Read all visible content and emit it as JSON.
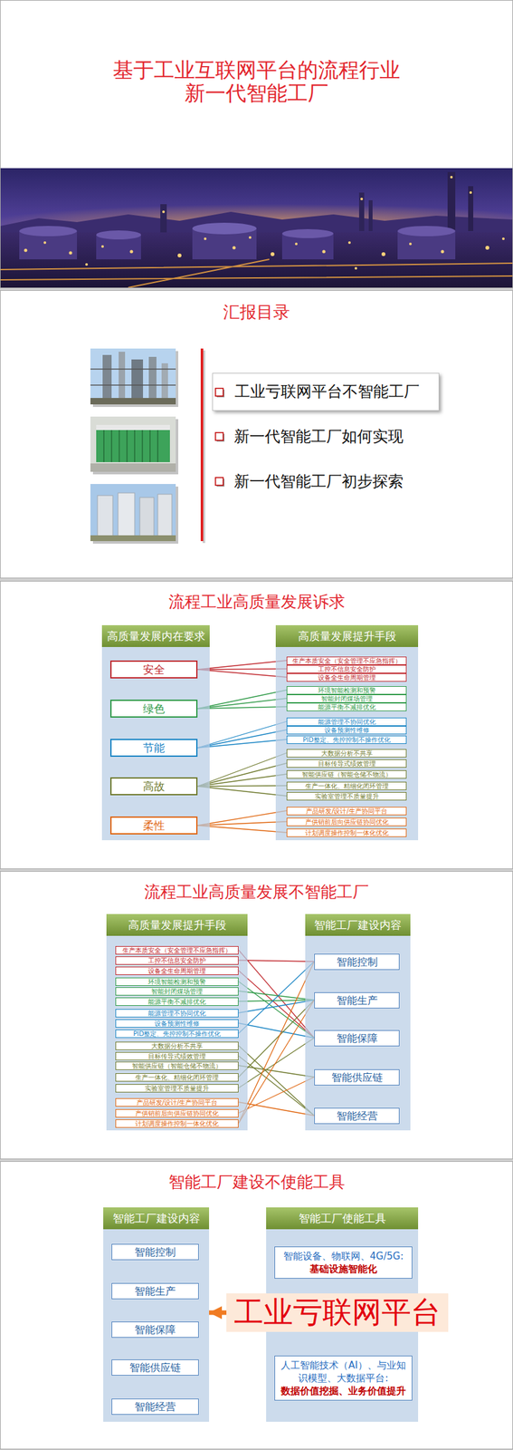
{
  "diagram": {
    "nodes": [
      {
        "text": [
          "基于工业互联网平台的流程行业 新一代智能工厂"
        ]
      },
      {
        "text": [
          "汇报目录"
        ]
      },
      {
        "text": [
          "工业亏联网平台不智能工厂"
        ],
        "in": 1
      },
      {
        "text": [
          "流程工业高质量发展诉求"
        ]
      },
      {
        "text": [
          "高质量发展内在要求"
        ],
        "in": 3
      },
      {
        "text": [
          "安全"
        ],
        "in": 4
      },
      {
        "text": [
          "绿色"
        ],
        "in": 4
      },
      {
        "text": [
          "节能"
        ],
        "in": 4
      },
      {
        "text": [
          "高故"
        ],
        "in": 4
      },
      {
        "text": [
          "柔性"
        ],
        "in": 4
      },
      {
        "text": [
          "高质量发展提升手段"
        ],
        "in": 3
      },
      {
        "text": [
          "生产本质安全（安全管理不应急指挥）"
        ],
        "in": 10
      },
      {
        "text": [
          "工控不信息安全防护"
        ],
        "in": 10
      },
      {
        "text": [
          "设备全生命周期管理"
        ],
        "in": 10
      },
      {
        "text": [
          "环境智能检测和预警"
        ],
        "in": 10
      },
      {
        "text": [
          "智能封闭煤场管理"
        ],
        "in": 10
      },
      {
        "text": [
          "能源平衡不减排优化"
        ],
        "in": 10
      },
      {
        "text": [
          "能源管理不协同优化"
        ],
        "in": 10
      },
      {
        "text": [
          "设备预测性维修"
        ],
        "in": 10
      },
      {
        "text": [
          "PID整定、先控控制不操作优化"
        ],
        "in": 10
      },
      {
        "text": [
          "大数据分析不共享"
        ],
        "in": 10
      },
      {
        "text": [
          "目标传导式绩效管理"
        ],
        "in": 10
      },
      {
        "text": [
          "智能供应链（智能仓储不物流）"
        ],
        "in": 10
      },
      {
        "text": [
          "生产一体化、精细化闭环管理"
        ],
        "in": 10
      },
      {
        "text": [
          "实验室管理不质量提升"
        ],
        "in": 10
      },
      {
        "text": [
          "产品研发/设计/生产协同平台"
        ],
        "in": 10
      },
      {
        "text": [
          "产供销前后向供应链协同优化"
        ],
        "in": 10
      },
      {
        "text": [
          "计划调度操作控制一体化优化"
        ],
        "in": 10
      },
      {
        "text": [
          "流程工业高质量发展不智能工厂"
        ]
      },
      {
        "text": [
          "高质量发展提升手段"
        ],
        "in": 28
      },
      {
        "text": [
          "生产本质安全（安全管理不应急指挥）"
        ],
        "in": 29
      },
      {
        "text": [
          "工控不信息安全防护"
        ],
        "in": 29
      },
      {
        "text": [
          "设备全生命周期管理"
        ],
        "in": 29
      },
      {
        "text": [
          "环境智能检测和预警"
        ],
        "in": 29
      },
      {
        "text": [
          "智能封闭煤场管理"
        ],
        "in": 29
      },
      {
        "text": [
          "能源平衡不减排优化"
        ],
        "in": 29
      },
      {
        "text": [
          "能源管理不协同优化"
        ],
        "in": 29
      },
      {
        "text": [
          "设备预测性维修"
        ],
        "in": 29
      },
      {
        "text": [
          "PID整定、先控控制不操作优化"
        ],
        "in": 29
      },
      {
        "text": [
          "大数据分析不共享"
        ],
        "in": 29
      },
      {
        "text": [
          "目标传导式绩效管理"
        ],
        "in": 29
      },
      {
        "text": [
          "智能供应链（智能仓储不物流）"
        ],
        "in": 29
      },
      {
        "text": [
          "生产一体化、精细化闭环管理"
        ],
        "in": 29
      },
      {
        "text": [
          "实验室管理不质量提升"
        ],
        "in": 29
      },
      {
        "text": [
          "产品研发/设计/生产协同平台"
        ],
        "in": 29
      },
      {
        "text": [
          "产供销前后向供应链协同优化"
        ],
        "in": 29
      },
      {
        "text": [
          "计划调度操作控制一体化优化"
        ],
        "in": 29
      },
      {
        "text": [
          "智能工厂建设内容"
        ],
        "in": 28
      },
      {
        "text": [
          "智能控制"
        ],
        "in": 47
      },
      {
        "text": [
          "智能生产"
        ],
        "in": 47
      },
      {
        "text": [
          "智能保障"
        ],
        "in": 47
      },
      {
        "text": [
          "智能供应链"
        ],
        "in": 47
      },
      {
        "text": [
          "智能经营"
        ],
        "in": 47
      },
      {
        "text": [
          "智能工厂建设不使能工具"
        ]
      },
      {
        "text": [
          "智能工厂建设内容"
        ],
        "in": 53
      },
      {
        "text": [
          "智能控制"
        ],
        "in": 54
      },
      {
        "text": [
          "智能生产"
        ],
        "in": 54
      },
      {
        "text": [
          "智能保障"
        ],
        "in": 54
      },
      {
        "text": [
          "智能供应链"
        ],
        "in": 54
      },
      {
        "text": [
          "智能经营"
        ],
        "in": 54
      },
      {
        "text": [
          "智能工厂使能工具"
        ],
        "in": 53
      },
      {
        "text": [
          "智能设备、物联网、4G/5G:",
          "基础设施智能化"
        ],
        "in": 60
      },
      {
        "text": [
          "工业亏联网平台"
        ],
        "in": 53
      },
      {
        "text": [
          "人工智能技术（AI）、与业知识模型、大数据平台:",
          "数据价值挖掘、业务价值提升"
        ],
        "in": 60
      }
    ],
    "edges": [
      {
        "from": 5,
        "to": 11,
        "arrow": "none"
      },
      {
        "from": 5,
        "to": 12,
        "arrow": "none"
      },
      {
        "from": 5,
        "to": 13,
        "arrow": "none"
      },
      {
        "from": 6,
        "to": 14,
        "arrow": "none"
      },
      {
        "from": 6,
        "to": 15,
        "arrow": "none"
      },
      {
        "from": 6,
        "to": 16,
        "arrow": "none"
      },
      {
        "from": 7,
        "to": 17,
        "arrow": "none"
      },
      {
        "from": 7,
        "to": 18,
        "arrow": "none"
      },
      {
        "from": 7,
        "to": 19,
        "arrow": "none"
      },
      {
        "from": 8,
        "to": 20,
        "arrow": "none"
      },
      {
        "from": 8,
        "to": 21,
        "arrow": "none"
      },
      {
        "from": 8,
        "to": 22,
        "arrow": "none"
      },
      {
        "from": 8,
        "to": 23,
        "arrow": "none"
      },
      {
        "from": 8,
        "to": 24,
        "arrow": "none"
      },
      {
        "from": 9,
        "to": 25,
        "arrow": "none"
      },
      {
        "from": 9,
        "to": 26,
        "arrow": "none"
      },
      {
        "from": 9,
        "to": 27,
        "arrow": "none"
      },
      {
        "from": 30,
        "to": 50,
        "arrow": "none"
      },
      {
        "from": 31,
        "to": 48,
        "arrow": "none"
      },
      {
        "from": 32,
        "to": 50,
        "arrow": "none"
      },
      {
        "from": 33,
        "to": 50,
        "arrow": "none"
      },
      {
        "from": 34,
        "to": 49,
        "arrow": "none"
      },
      {
        "from": 35,
        "to": 49,
        "arrow": "none"
      },
      {
        "from": 36,
        "to": 49,
        "arrow": "none"
      },
      {
        "from": 37,
        "to": 50,
        "arrow": "none"
      },
      {
        "from": 38,
        "to": 48,
        "arrow": "none"
      },
      {
        "from": 39,
        "to": 52,
        "arrow": "none"
      },
      {
        "from": 40,
        "to": 52,
        "arrow": "none"
      },
      {
        "from": 41,
        "to": 51,
        "arrow": "none"
      },
      {
        "from": 42,
        "to": 49,
        "arrow": "none"
      },
      {
        "from": 43,
        "to": 50,
        "arrow": "none"
      },
      {
        "from": 44,
        "to": 52,
        "arrow": "none"
      },
      {
        "from": 45,
        "to": 51,
        "arrow": "none"
      },
      {
        "from": 46,
        "to": 48,
        "arrow": "none"
      },
      {
        "from": 46,
        "to": 49,
        "arrow": "none"
      },
      {
        "from": 62,
        "to": 54,
        "arrow": "to"
      }
    ],
    "labels": [
      "新一代智能工厂如何实现",
      "新一代智能工厂初步探索"
    ]
  }
}
